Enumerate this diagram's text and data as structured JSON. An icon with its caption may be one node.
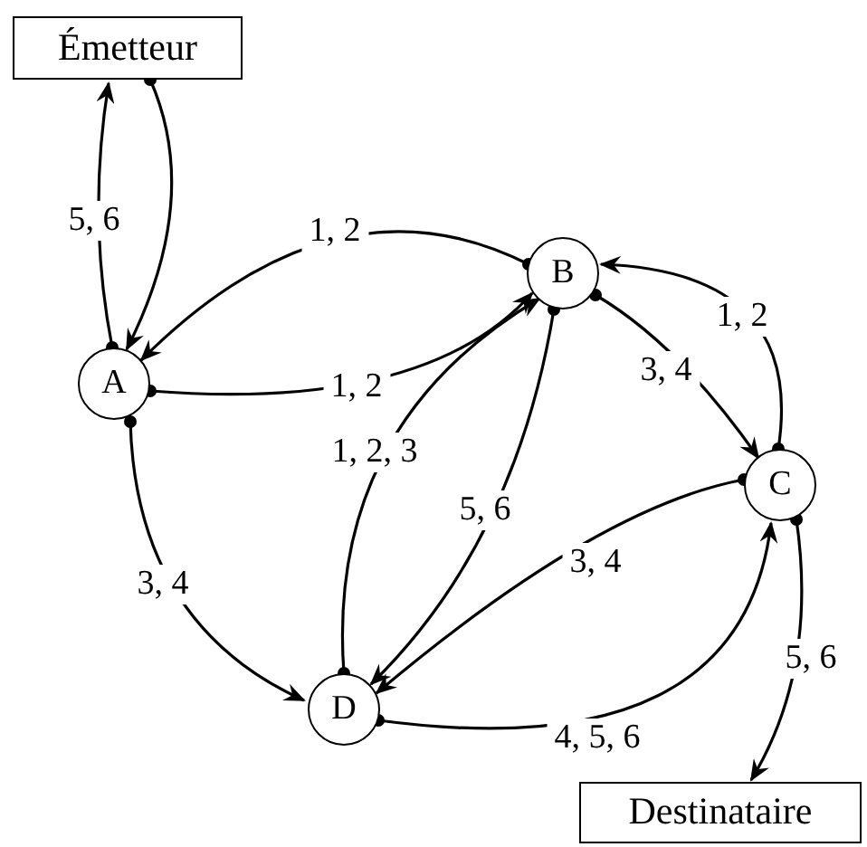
{
  "diagram": {
    "nodes": [
      {
        "text": [
          "Émetteur"
        ]
      },
      {
        "text": [
          "A"
        ]
      },
      {
        "text": [
          "B"
        ]
      },
      {
        "text": [
          "C"
        ]
      },
      {
        "text": [
          "D"
        ]
      },
      {
        "text": [
          "Destinataire"
        ]
      }
    ],
    "edges": [
      {
        "from": 1,
        "to": 0,
        "arrow": "to",
        "label": "5, 6"
      },
      {
        "from": 0,
        "to": 1,
        "arrow": "to"
      },
      {
        "from": 2,
        "to": 1,
        "arrow": "to",
        "label": "1, 2"
      },
      {
        "from": 1,
        "to": 2,
        "arrow": "to",
        "label": "1, 2"
      },
      {
        "from": 3,
        "to": 2,
        "arrow": "to",
        "label": "1, 2"
      },
      {
        "from": 2,
        "to": 3,
        "arrow": "to",
        "label": "3, 4"
      },
      {
        "from": 4,
        "to": 2,
        "arrow": "to",
        "label": "1, 2, 3"
      },
      {
        "from": 2,
        "to": 4,
        "arrow": "to",
        "label": "5, 6"
      },
      {
        "from": 3,
        "to": 4,
        "arrow": "to",
        "label": "3, 4"
      },
      {
        "from": 4,
        "to": 3,
        "arrow": "to",
        "label": "4, 5, 6"
      },
      {
        "from": 1,
        "to": 4,
        "arrow": "to",
        "label": "3, 4"
      },
      {
        "from": 3,
        "to": 5,
        "arrow": "to",
        "label": "5, 6"
      }
    ]
  }
}
